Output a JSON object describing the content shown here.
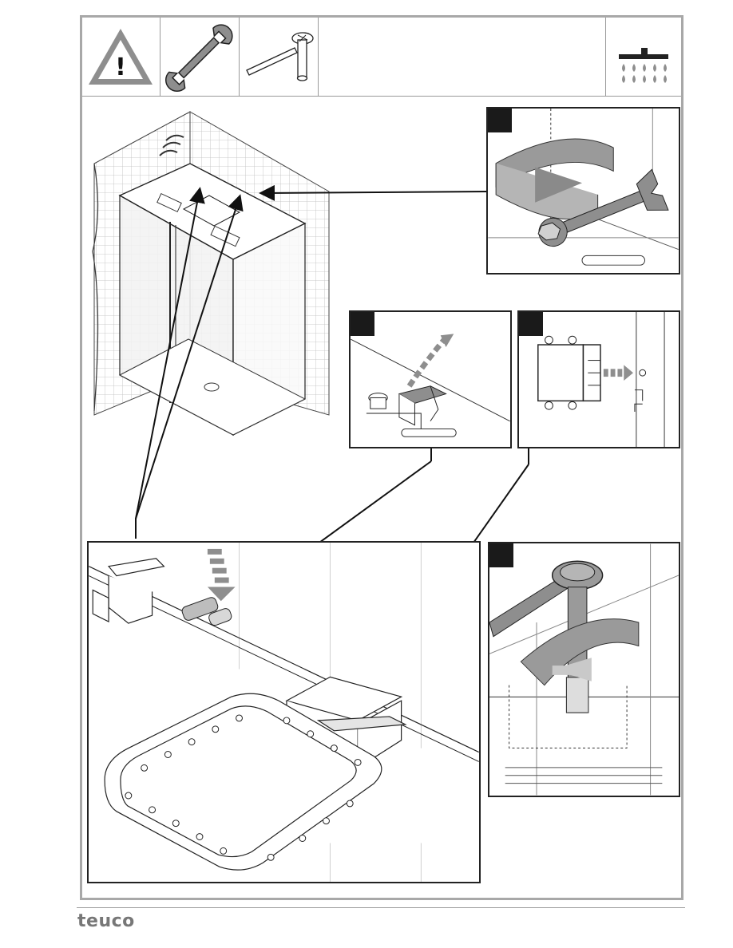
{
  "page": {
    "brand_text": "teuco"
  },
  "header_icons": [
    {
      "icon": "warning-triangle-icon",
      "symbol": "!"
    },
    {
      "icon": "open-end-wrench-icon"
    },
    {
      "icon": "socket-wrench-icon"
    },
    {
      "icon": "shower-head-icon"
    }
  ],
  "panels": [
    {
      "name": "step-panel-wrench-tighten",
      "marker": "black-square"
    },
    {
      "name": "step-panel-clip-release",
      "marker": "black-square"
    },
    {
      "name": "step-panel-box-slide",
      "marker": "black-square"
    },
    {
      "name": "step-panel-socket-unscrew",
      "marker": "black-square"
    },
    {
      "name": "detail-panel-ceiling-assembly"
    }
  ],
  "colors": {
    "frame": "#a8a8a8",
    "line": "#222222",
    "arrow_grey": "#8c8c8c",
    "tile_grid": "#bdbdbd",
    "brand": "#777777"
  }
}
